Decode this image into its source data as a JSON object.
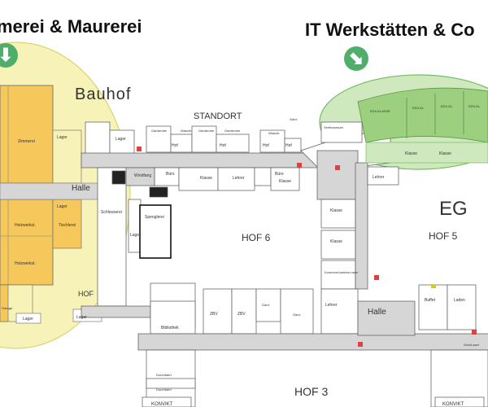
{
  "headings": {
    "left": "merei & Maurerei",
    "right": "IT Werkstätten & Co"
  },
  "zones": {
    "bauhof": "Bauhof",
    "standort": "STANDORT",
    "eg": "EG",
    "hof6": "HOF 6",
    "hof5": "HOF 5",
    "hof3": "HOF 3",
    "hof": "HOF",
    "halle_left": "Halle",
    "halle_right": "Halle"
  },
  "rooms": {
    "zimmerei": "Zimmerei",
    "holzwerkst": "Holzwerkst.",
    "holzwerkst2": "Holzwerkst.",
    "tischlerei": "Tischlerei",
    "lager1": "Lager",
    "lager2": "Lager",
    "lager3": "Lager",
    "lager4": "Lager",
    "lager5": "Lager",
    "lager6": "Lager",
    "garage": "Garage",
    "schlosserei": "Schlosserei",
    "spenglerei": "Spenglerei",
    "windfang": "Windfang",
    "buero1": "Büro",
    "buero2": "Büro",
    "klasse1": "Klasse",
    "klasse2": "Klasse",
    "klasse3": "Klasse",
    "klasse4": "Klasse",
    "klasse5": "Klasse",
    "klasse6": "Klasse",
    "lehrer1": "Lehrer",
    "lehrer2": "Lehrer",
    "lehrer3": "Lehrer",
    "garderobe1": "Garderobe",
    "garderobe2": "Garderobe",
    "garderobe3": "Garderobe",
    "wasch1": "Waschr.",
    "wasch2": "Waschr.",
    "hof_r1": "Hof",
    "hof_r2": "Hof",
    "hof_r3": "Hof",
    "hof_r4": "Hof",
    "gard": "Gard.",
    "seminarraum": "Seminarraum",
    "edv1": "EDV-KLASSE",
    "edv2": "EDV-KL.",
    "edv3": "EDV-KL.",
    "edv4": "EDV-KL.",
    "kommunikation": "Kommuni-kations-raum",
    "zbv1": "ZBV",
    "zbv2": "ZBV",
    "gard2": "Gard.",
    "gard3": "Gard.",
    "bibliothek": "Bibliothek",
    "durchfahrt1": "Durchfahrt",
    "durchfahrt2": "Durchfahrt",
    "konvikt1": "KONVIKT",
    "konvikt2": "KONVIKT",
    "buffet": "Buffet",
    "laden": "Laden",
    "schul": "Schul-wart"
  },
  "colors": {
    "left_highlight": "#f6f2b8",
    "left_rooms": "#f6c75a",
    "right_highlight": "#cfe8bd",
    "right_rooms": "#9ccf7e",
    "corridor": "#d6d6d6",
    "arrow": "#4fae6a"
  }
}
